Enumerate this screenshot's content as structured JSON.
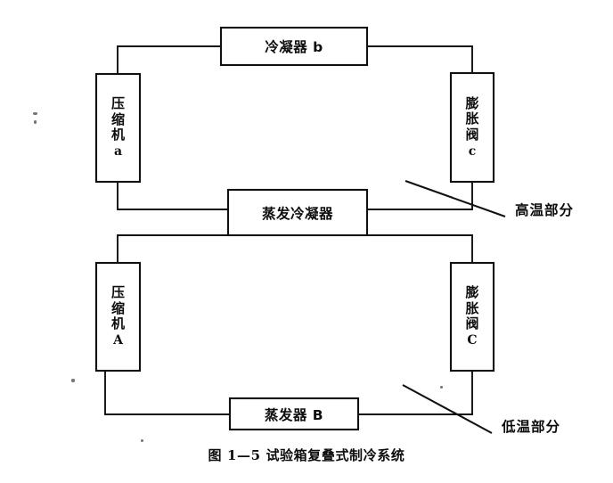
{
  "figure": {
    "caption": "图 1—5  试验箱复叠式制冷系统",
    "background_color": "#ffffff",
    "line_color": "#111111"
  },
  "components": {
    "condenser_b": {
      "label": "冷凝器 b"
    },
    "compressor_a_lower": {
      "line1": "压",
      "line2": "缩",
      "line3": "机",
      "line4": "a"
    },
    "expansion_valve_c_lower": {
      "line1": "膨",
      "line2": "胀",
      "line3": "阀",
      "line4": "c"
    },
    "cascade_heat_exchanger": {
      "label": "蒸发冷凝器"
    },
    "compressor_A_upper": {
      "line1": "压",
      "line2": "缩",
      "line3": "机",
      "line4": "A"
    },
    "expansion_valve_C_upper": {
      "line1": "膨",
      "line2": "胀",
      "line3": "阀",
      "line4": "C"
    },
    "evaporator_B": {
      "label": "蒸发器 B"
    }
  },
  "annotations": {
    "high_temp_stage": "高温部分",
    "low_temp_stage": "低温部分"
  }
}
